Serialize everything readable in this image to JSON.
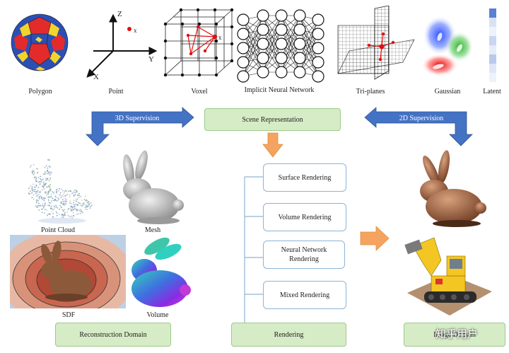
{
  "representations": [
    {
      "label": "Polygon"
    },
    {
      "label": "Point"
    },
    {
      "label": "Voxel"
    },
    {
      "label": "Implicit Neural Network"
    },
    {
      "label": "Tri-planes"
    },
    {
      "label": "Gaussian"
    },
    {
      "label": "Latent"
    }
  ],
  "axes": {
    "z": "Z",
    "y": "Y",
    "x": "X",
    "point": "x",
    "voxel_point": "x"
  },
  "arrows": {
    "left": "3D Supervision",
    "right": "2D Supervision"
  },
  "center": {
    "scene_representation": "Scene Representation",
    "rendering": "Rendering"
  },
  "rendering_methods": [
    {
      "label": "Surface Rendering"
    },
    {
      "label": "Volume Rendering"
    },
    {
      "label": "Neural Network Rendering"
    },
    {
      "label": "Mixed Rendering"
    }
  ],
  "reconstruction": {
    "items": [
      {
        "label": "Point Cloud"
      },
      {
        "label": "Mesh"
      },
      {
        "label": "SDF"
      },
      {
        "label": "Volume"
      }
    ],
    "domain_label": "Reconstruction Domain"
  },
  "image_domain_label": "Image Domain",
  "watermark": "知乎用户",
  "colors": {
    "arrow_blue": "#4472c4",
    "arrow_orange": "#f4a460",
    "box_green": "#d6ecc6",
    "box_border": "#8fb3d6"
  }
}
